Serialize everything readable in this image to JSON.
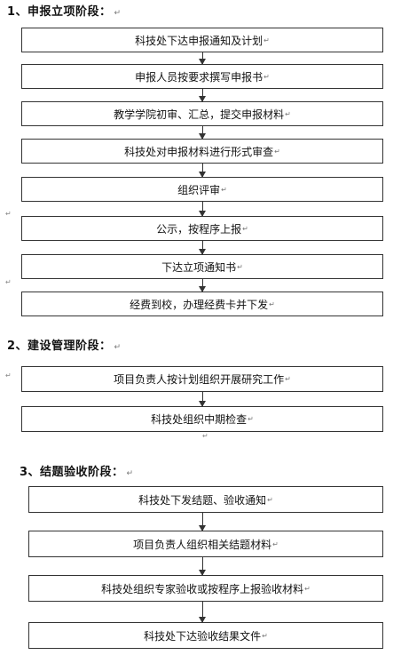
{
  "sections": [
    {
      "title": "1、申报立项阶段：",
      "steps": [
        "科技处下达申报通知及计划",
        "申报人员按要求撰写申报书",
        "教学学院初审、汇总，提交申报材料",
        "科技处对申报材料进行形式审查",
        "组织评审",
        "公示，按程序上报",
        "下达立项通知书",
        "经费到校，办理经费卡并下发"
      ]
    },
    {
      "title": "2、建设管理阶段：",
      "steps": [
        "项目负责人按计划组织开展研究工作",
        "科技处组织中期检查"
      ]
    },
    {
      "title": "3、结题验收阶段：",
      "steps": [
        "科技处下发结题、验收通知",
        "项目负责人组织相关结题材料",
        "科技处组织专家验收或按程序上报验收材料",
        "科技处下达验收结果文件"
      ]
    }
  ],
  "marks": {
    "paragraph": "↵"
  }
}
